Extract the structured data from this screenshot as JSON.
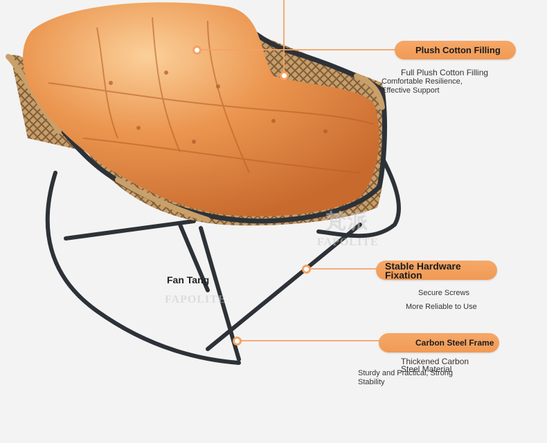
{
  "features": [
    {
      "title": "Plush Cotton Filling",
      "lines": [
        "Full Plush Cotton Filling",
        "Comfortable Resilience,",
        "Effective Support"
      ]
    },
    {
      "title_lines": [
        "Stable Hardware",
        "Fixation"
      ],
      "lines": [
        "Secure Screws",
        "More Reliable to Use"
      ]
    },
    {
      "title": "Carbon Steel Frame",
      "lines": [
        "Thickened Carbon",
        "Steel Material",
        "Sturdy and Practical, Strong",
        "Stability"
      ]
    }
  ],
  "brand": {
    "label": "Fan Tang",
    "watermark": "FAPOLITE",
    "watermark_cn": "梵派"
  },
  "colors": {
    "accent": "#f09a55",
    "cushion": "#e38a47",
    "frame": "#2d3238",
    "rattan": "#b98a55",
    "background": "#f3f3f3"
  }
}
